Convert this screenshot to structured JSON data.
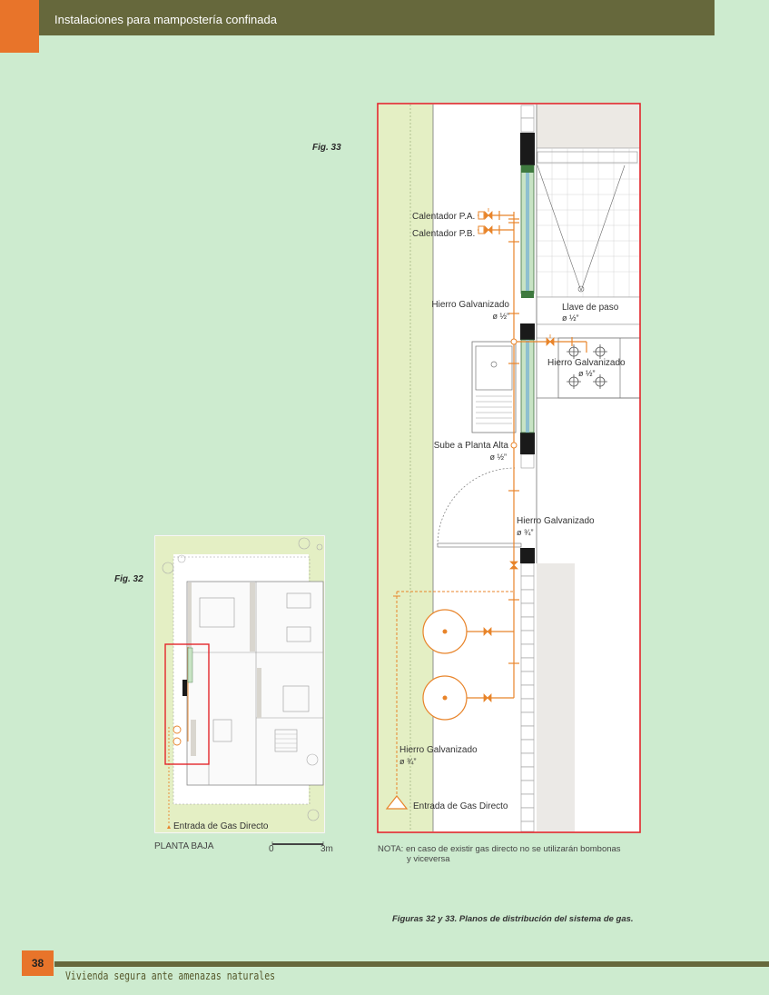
{
  "header": {
    "title": "Instalaciones para mampostería confinada"
  },
  "fig33": {
    "label": "Fig. 33",
    "calentador_pa": "Calentador P.A.",
    "calentador_pb": "Calentador P.B.",
    "hierro1": "Hierro Galvanizado",
    "hierro1_dim": "ø ½”",
    "llave": "Llave de paso",
    "llave_dim": "ø ½”",
    "hierro2": "Hierro Galvanizado",
    "hierro2_dim": "ø ½”",
    "sube": "Sube a Planta Alta",
    "sube_dim": "ø ½”",
    "hierro3": "Hierro Galvanizado",
    "hierro3_dim": "ø ¾”",
    "hierro4": "Hierro Galvanizado",
    "hierro4_dim": "ø ¾”",
    "entrada": "Entrada de Gas Directo"
  },
  "fig32": {
    "label": "Fig. 32",
    "entrada": "Entrada de Gas Directo",
    "planta": "PLANTA BAJA",
    "scale_start": "0",
    "scale_end": "3m"
  },
  "note": {
    "line1": "NOTA: en caso de existir gas directo no se utilizarán bombonas",
    "line2": "y viceversa"
  },
  "caption": "Figuras 32 y 33. Planos de distribución del sistema de gas.",
  "footer": {
    "page_number": "38",
    "book_title": "Vivienda segura ante amenazas naturales"
  },
  "colors": {
    "header": "#66683c",
    "accent": "#e8742a",
    "gas_line": "#e8842a",
    "frame": "#e3262b",
    "background": "#cdebcf"
  }
}
